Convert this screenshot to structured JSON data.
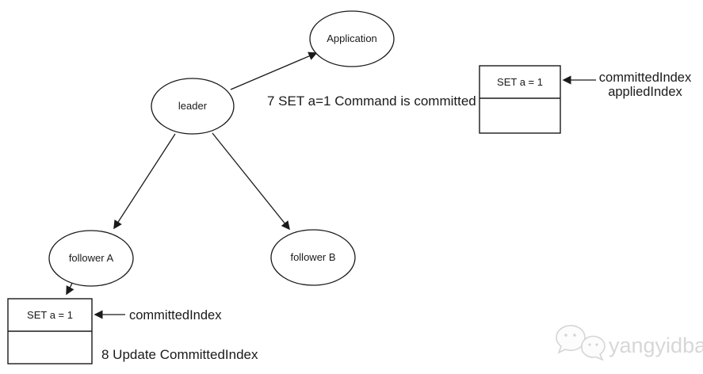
{
  "diagram": {
    "nodes": {
      "application": {
        "label": "Application"
      },
      "leader": {
        "label": "leader"
      },
      "follower_a": {
        "label": "follower A"
      },
      "follower_b": {
        "label": "follower B"
      }
    },
    "annotations": {
      "step7": "7 SET a=1 Command is committed",
      "step8": "8 Update CommittedIndex"
    },
    "leader_log": {
      "entry": "SET a = 1",
      "pointer_labels": [
        "committedIndex",
        "appliedIndex"
      ]
    },
    "follower_log": {
      "entry": "SET a = 1",
      "pointer_label": "committedIndex"
    },
    "colors": {
      "line": "#1a1a1a",
      "background": "#ffffff",
      "watermark": "#d7d7d7"
    }
  },
  "watermark": {
    "text": "yangyidba",
    "icon": "wechat-icon"
  }
}
